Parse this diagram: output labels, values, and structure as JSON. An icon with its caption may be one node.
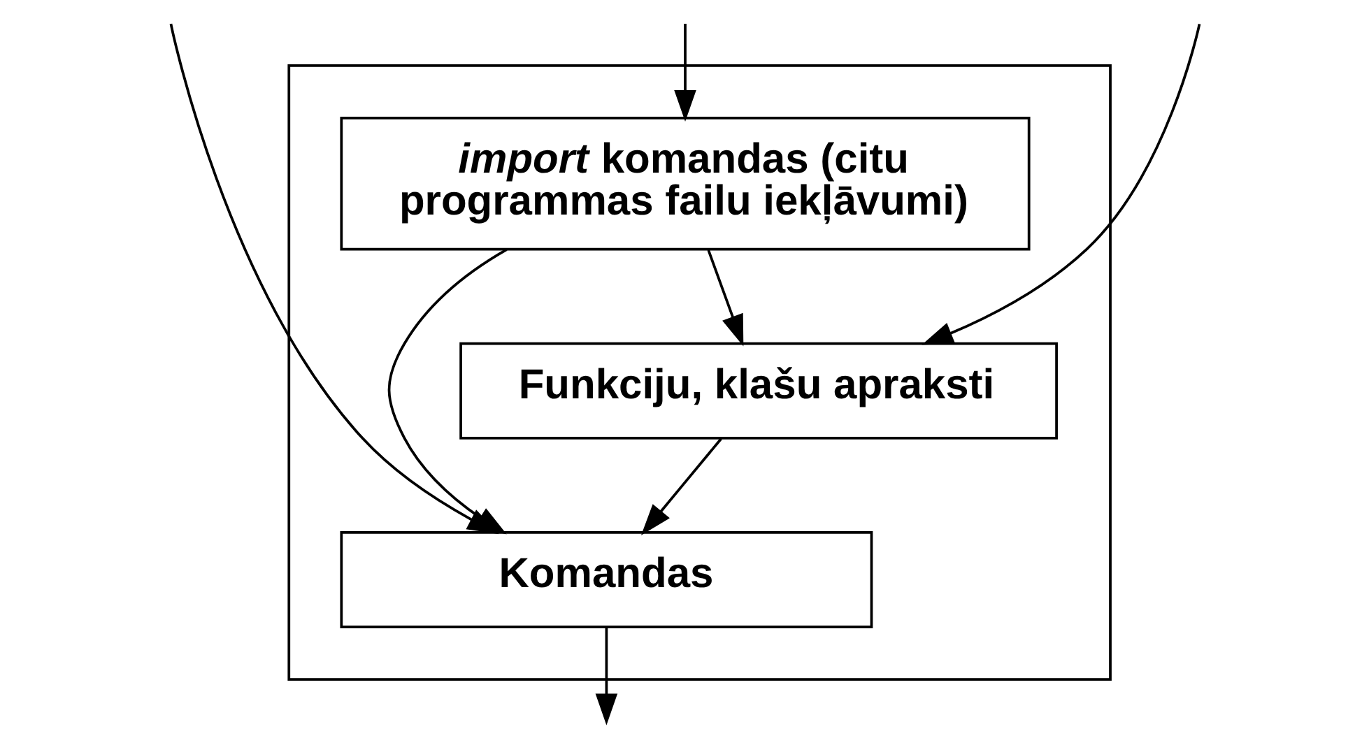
{
  "diagram": {
    "nodes": [
      {
        "text": [],
        "shape": "box"
      },
      {
        "text": [
          "*import* komandas (citu programmas failu iekļāvumi)"
        ],
        "in": 0
      },
      {
        "text": [
          "Funkciju, klašu apraksti"
        ],
        "in": 0
      },
      {
        "text": [
          "Komandas"
        ],
        "in": 0
      }
    ],
    "edges": [
      {
        "from": null,
        "to": 2,
        "arrow": "to"
      },
      {
        "from": null,
        "to": 1,
        "arrow": "to"
      },
      {
        "from": null,
        "to": 3,
        "arrow": "to"
      },
      {
        "from": 1,
        "to": 2,
        "arrow": "to"
      },
      {
        "from": 1,
        "to": 3,
        "arrow": "to"
      },
      {
        "from": 2,
        "to": 3,
        "arrow": "to"
      },
      {
        "from": 3,
        "to": null,
        "arrow": "to"
      }
    ]
  }
}
